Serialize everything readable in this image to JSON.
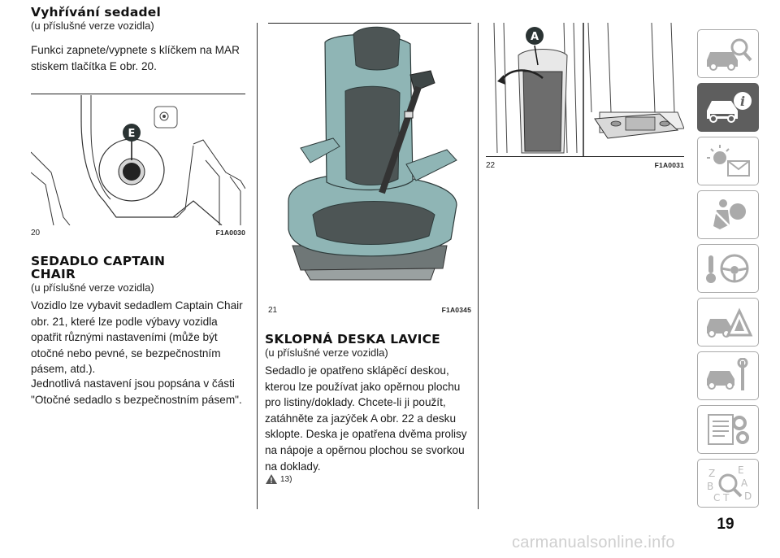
{
  "page": {
    "number": "19",
    "watermark": "carmanualsonline.info"
  },
  "section_heated_seats": {
    "title": "Vyhřívání sedadel",
    "subtitle": "(u příslušné verze vozidla)",
    "body": "Funkci zapnete/vypnete s klíčkem na MAR stiskem tlačítka E obr. 20.",
    "figure": {
      "number": "20",
      "code": "F1A0030",
      "label": "E"
    }
  },
  "section_captain_chair": {
    "title_line1": "SEDADLO CAPTAIN",
    "title_line2": "CHAIR",
    "subtitle": "(u příslušné verze vozidla)",
    "body1": "Vozidlo lze vybavit sedadlem Captain Chair obr. 21, které lze podle výbavy vozidla opatřit různými nastaveními (může být otočné nebo pevné, se bezpečnostním pásem, atd.).",
    "body2": "Jednotlivá nastavení jsou popsána v části \"Otočné sedadlo s bezpečnostním pásem\"."
  },
  "figure_21": {
    "number": "21",
    "code": "F1A0345"
  },
  "section_folding_table": {
    "title": "SKLOPNÁ DESKA LAVICE",
    "subtitle": "(u příslušné verze vozidla)",
    "body": "Sedadlo je opatřeno sklápěcí deskou, kterou lze používat jako opěrnou plochu pro listiny/doklady. Chcete-li ji použít, zatáhněte za jazýček A obr. 22 a desku sklopte. Deska je opatřena dvěma prolisy na nápoje a opěrnou plochou se svorkou na doklady.",
    "warning_ref": "13)"
  },
  "figure_22": {
    "number": "22",
    "code": "F1A0031",
    "label": "A"
  },
  "sidebar": {
    "tabs": [
      {
        "name": "vehicle-knowledge",
        "icon": "car-magnifier-icon"
      },
      {
        "name": "dashboard-info",
        "icon": "car-info-icon",
        "active": true
      },
      {
        "name": "warning-lights",
        "icon": "warning-lights-message-icon"
      },
      {
        "name": "safety",
        "icon": "airbag-seatbelt-icon"
      },
      {
        "name": "starting-driving",
        "icon": "key-steering-wheel-icon"
      },
      {
        "name": "emergency",
        "icon": "car-breakdown-triangle-icon"
      },
      {
        "name": "maintenance",
        "icon": "car-service-wrench-icon"
      },
      {
        "name": "technical-data",
        "icon": "spec-sheet-gears-icon"
      },
      {
        "name": "index",
        "icon": "alphabetical-index-icon"
      }
    ],
    "index_letters": [
      "Z",
      "E",
      "B",
      "A",
      "C",
      "T",
      "D"
    ]
  },
  "colors": {
    "seat_teal": "#8fb5b5",
    "seat_dark": "#4d5555",
    "tab_border": "#a9a9a9",
    "tab_active": "#5e5e5e",
    "label_dark": "#2a3333"
  }
}
